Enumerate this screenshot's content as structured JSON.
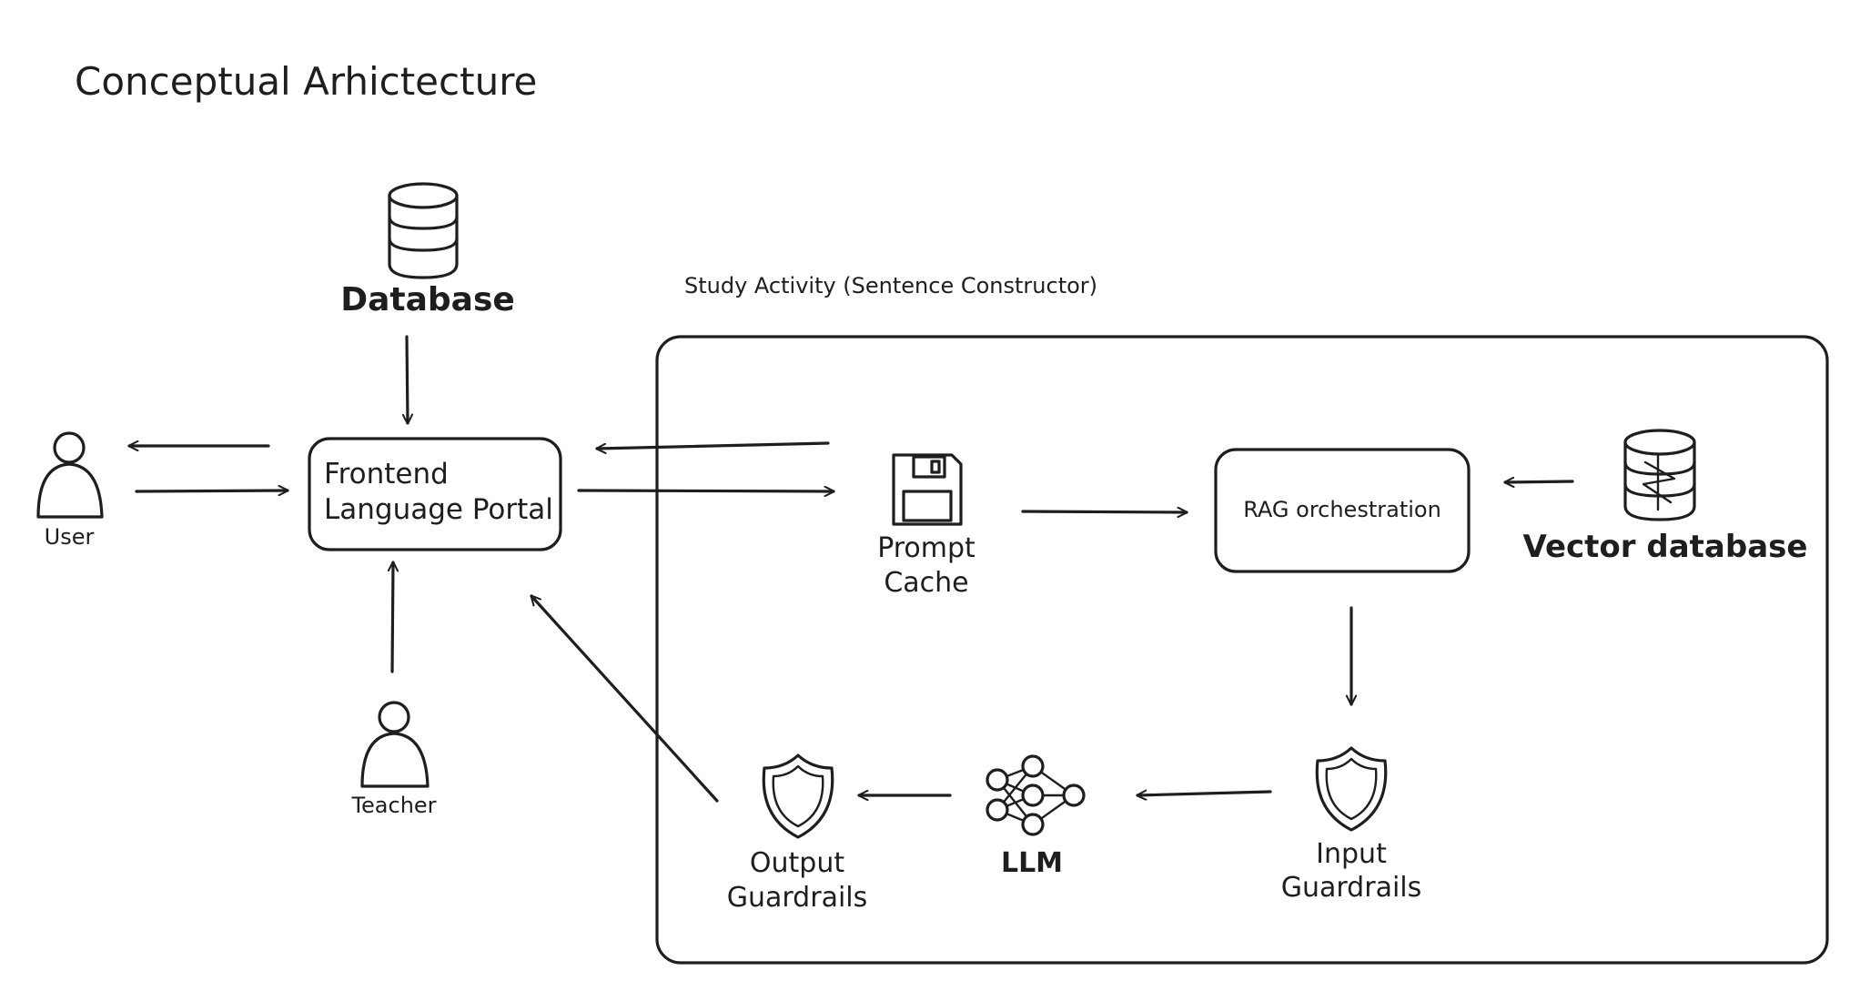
{
  "diagram": {
    "title": "Conceptual Arhictecture",
    "group_label": "Study Activity (Sentence Constructor)",
    "nodes": {
      "database": {
        "label": "Database",
        "icon": "database-icon"
      },
      "user": {
        "label": "User",
        "icon": "person-icon"
      },
      "teacher": {
        "label": "Teacher",
        "icon": "person-icon"
      },
      "frontend": {
        "line1": "Frontend",
        "line2": "Language Portal"
      },
      "prompt_cache": {
        "line1": "Prompt",
        "line2": "Cache",
        "icon": "floppy-disk-icon"
      },
      "rag": {
        "label": "RAG orchestration"
      },
      "vector_db": {
        "label": "Vector database",
        "icon": "vector-database-icon"
      },
      "input_guardrails": {
        "line1": "Input",
        "line2": "Guardrails",
        "icon": "shield-icon"
      },
      "llm": {
        "label": "LLM",
        "icon": "neural-network-icon"
      },
      "output_guardrails": {
        "line1": "Output",
        "line2": "Guardrails",
        "icon": "shield-icon"
      }
    },
    "edges": [
      {
        "from": "Database",
        "to": "Frontend Language Portal"
      },
      {
        "from": "Frontend Language Portal",
        "to": "User"
      },
      {
        "from": "User",
        "to": "Frontend Language Portal"
      },
      {
        "from": "Teacher",
        "to": "Frontend Language Portal"
      },
      {
        "from": "Frontend Language Portal",
        "to": "Prompt Cache"
      },
      {
        "from": "Prompt Cache",
        "to": "Frontend Language Portal"
      },
      {
        "from": "Prompt Cache",
        "to": "RAG orchestration"
      },
      {
        "from": "Vector database",
        "to": "RAG orchestration"
      },
      {
        "from": "RAG orchestration",
        "to": "Input Guardrails"
      },
      {
        "from": "Input Guardrails",
        "to": "LLM"
      },
      {
        "from": "LLM",
        "to": "Output Guardrails"
      },
      {
        "from": "Output Guardrails",
        "to": "Frontend Language Portal"
      }
    ],
    "colors": {
      "ink": "#1e1e1e",
      "background": "#ffffff"
    }
  }
}
